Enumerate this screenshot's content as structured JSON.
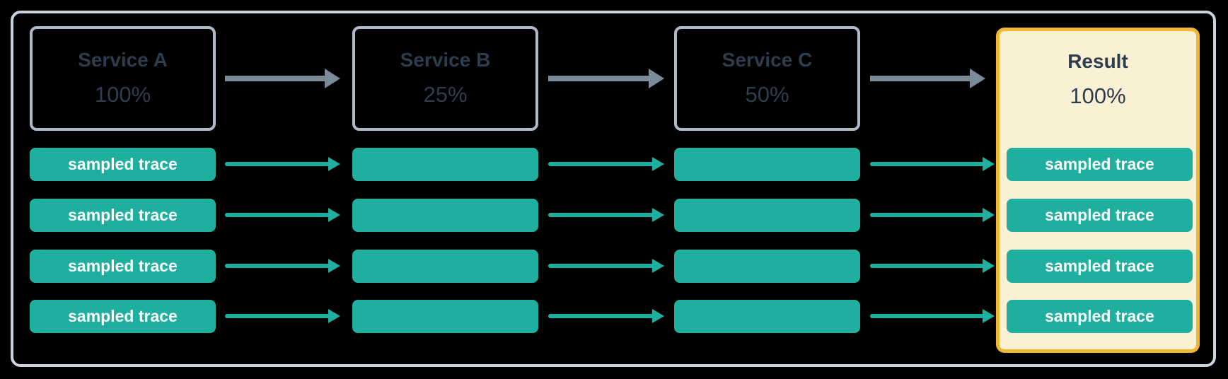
{
  "colors": {
    "background": "#000000",
    "teal": "#1FAF9F",
    "arrow_gray": "#7B8B9A",
    "service_border": "#AEBACA",
    "frame_border": "#C9D3E0",
    "panel_bg": "#FAF1D4",
    "panel_border": "#F2B831",
    "heading_text": "#2E3D4E",
    "trace_text": "#FFFFFF"
  },
  "services": {
    "a": {
      "title": "Service A",
      "percentage": "100%"
    },
    "b": {
      "title": "Service B",
      "percentage": "25%"
    },
    "c": {
      "title": "Service C",
      "percentage": "50%"
    }
  },
  "result": {
    "title": "Result",
    "percentage": "100%"
  },
  "trace_label": "sampled trace"
}
